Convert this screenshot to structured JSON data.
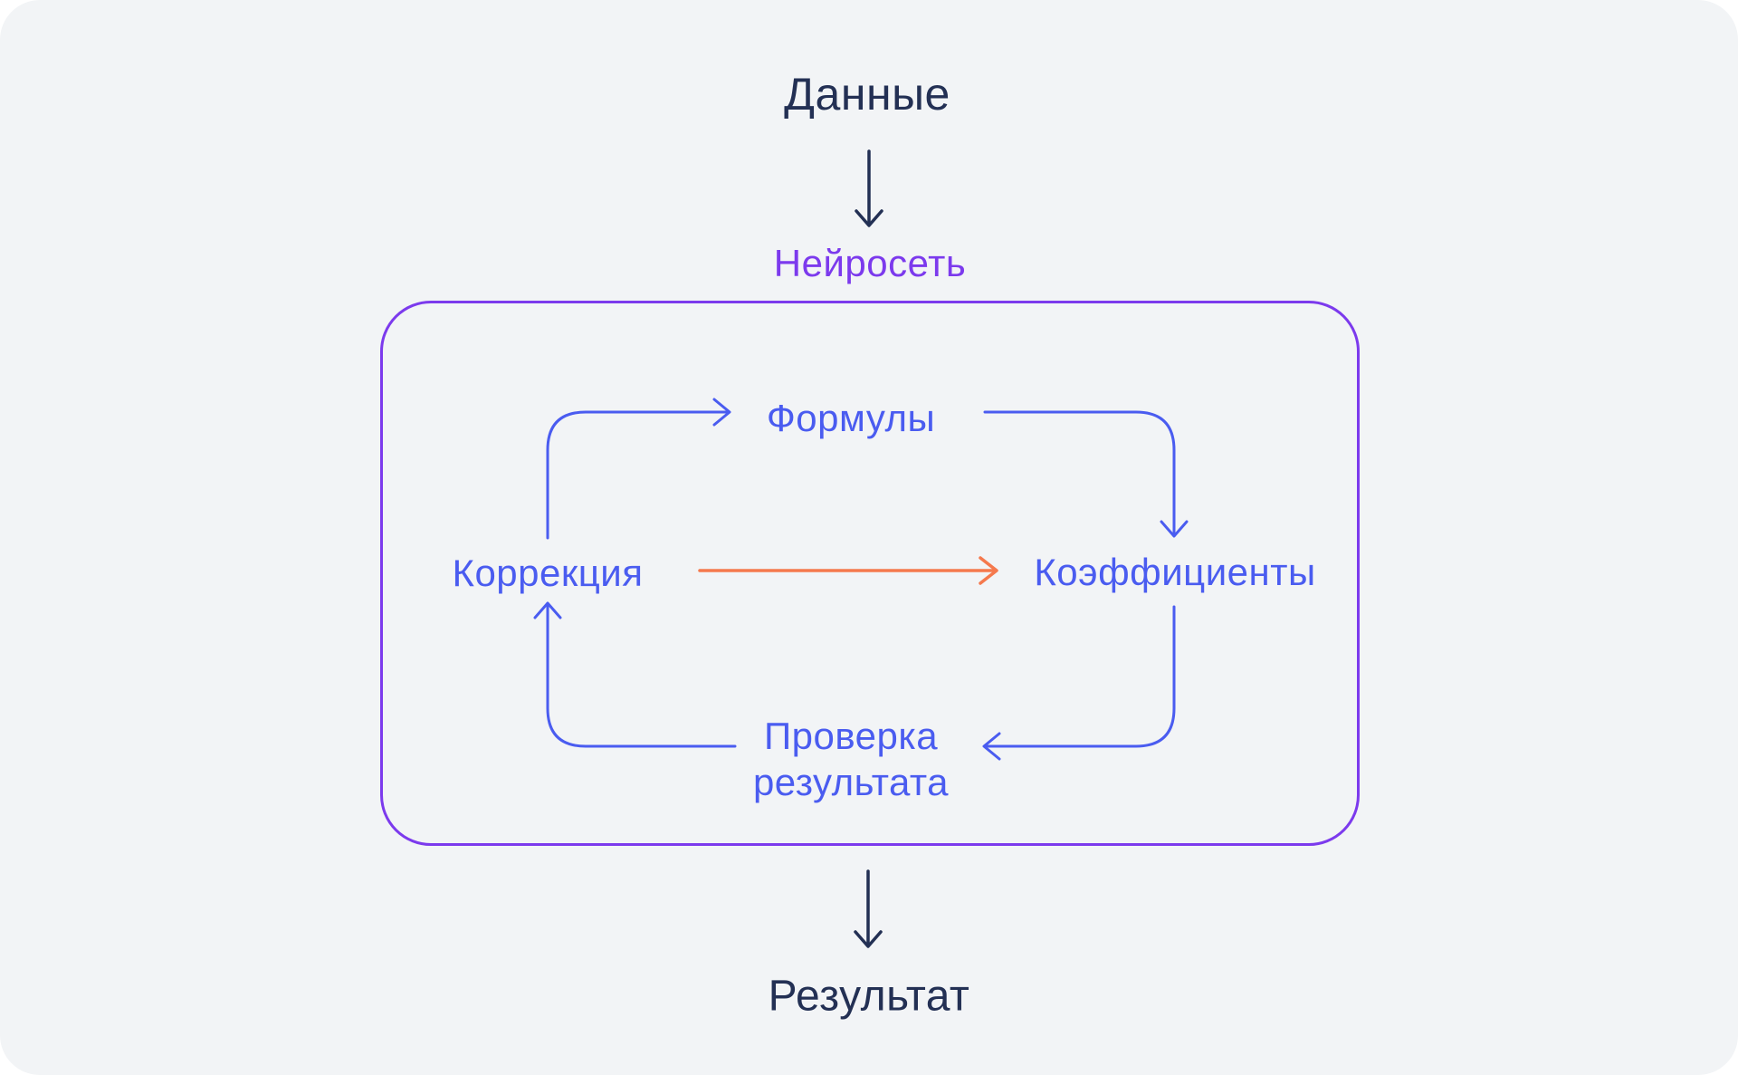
{
  "diagram": {
    "top_label": "Данные",
    "network_label": "Нейросеть",
    "result_label": "Результат",
    "cycle": {
      "formulas": "Формулы",
      "coefficients": "Коэффициенты",
      "check_line1": "Проверка",
      "check_line2": "результата",
      "correction": "Коррекция"
    }
  },
  "colors": {
    "canvas_background": "#f2f4f6",
    "dark_text": "#233054",
    "purple_accent": "#7c3aed",
    "blue_accent": "#4a5cf0",
    "orange_accent": "#f5794d"
  }
}
